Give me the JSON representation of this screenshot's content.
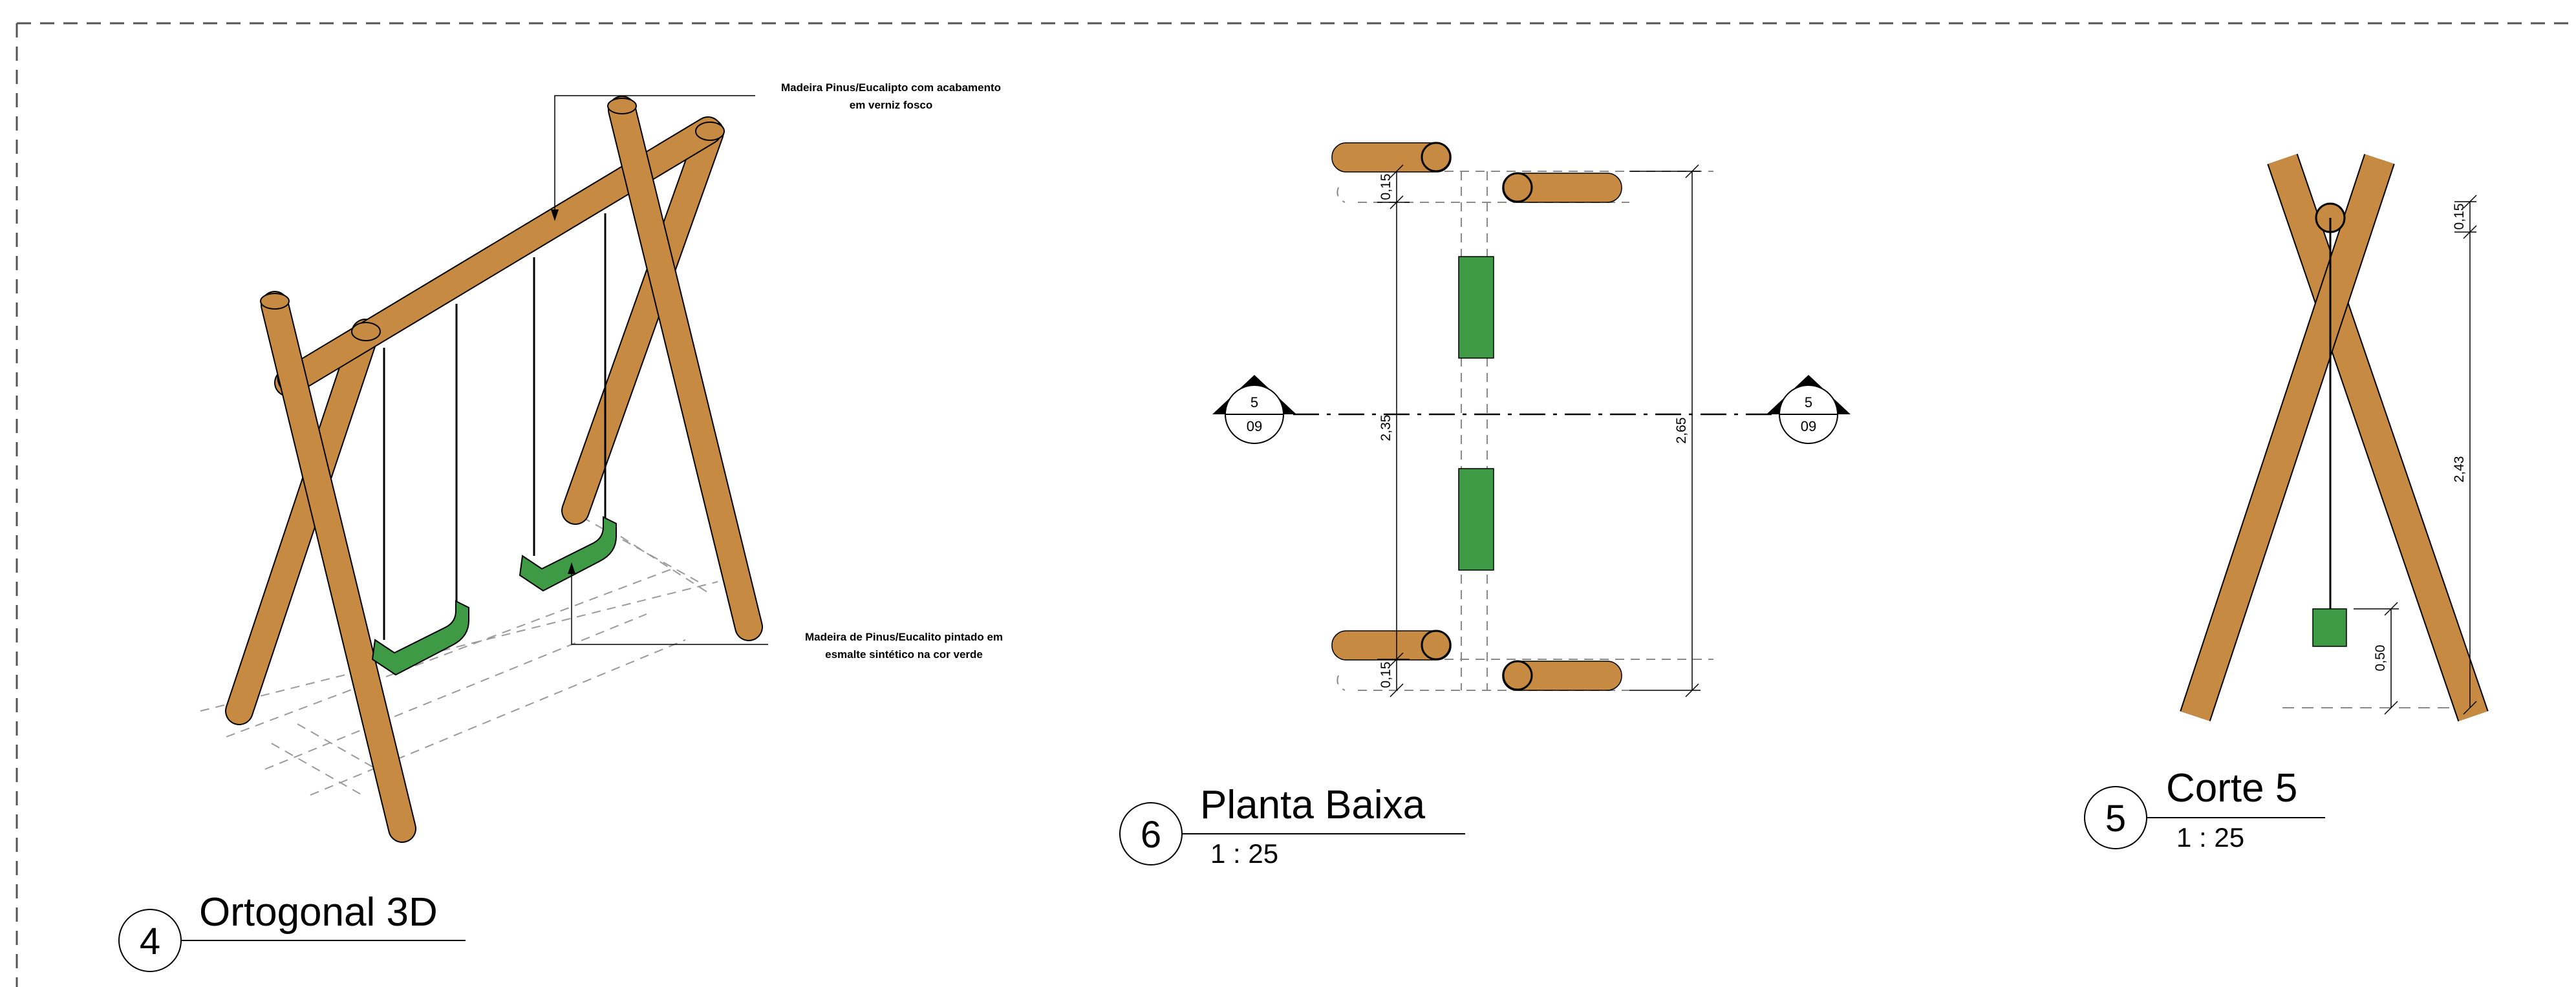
{
  "colors": {
    "wood": "#c68a42",
    "seat": "#3e9a44",
    "line": "#000000"
  },
  "views": {
    "ortho": {
      "number": "4",
      "title": "Ortogonal 3D"
    },
    "plan": {
      "number": "6",
      "title": "Planta Baixa",
      "scale": "1 : 25"
    },
    "section": {
      "number": "5",
      "title": "Corte 5",
      "scale": "1 : 25"
    }
  },
  "notes": {
    "wood": {
      "line1": "Madeira Pinus/Eucalipto com acabamento",
      "line2": "em verniz fosco"
    },
    "seat": {
      "line1": "Madeira de Pinus/Eucalito pintado em",
      "line2": "esmalte sintético na cor verde"
    }
  },
  "section_marker": {
    "number": "5",
    "sheet": "09"
  },
  "dimensions": {
    "plan_top": "0,15",
    "plan_left": "2,35",
    "plan_right": "2,65",
    "plan_bottom": "0,15",
    "section_top": "0,15",
    "section_height": "2,43",
    "section_seat": "0,50"
  }
}
